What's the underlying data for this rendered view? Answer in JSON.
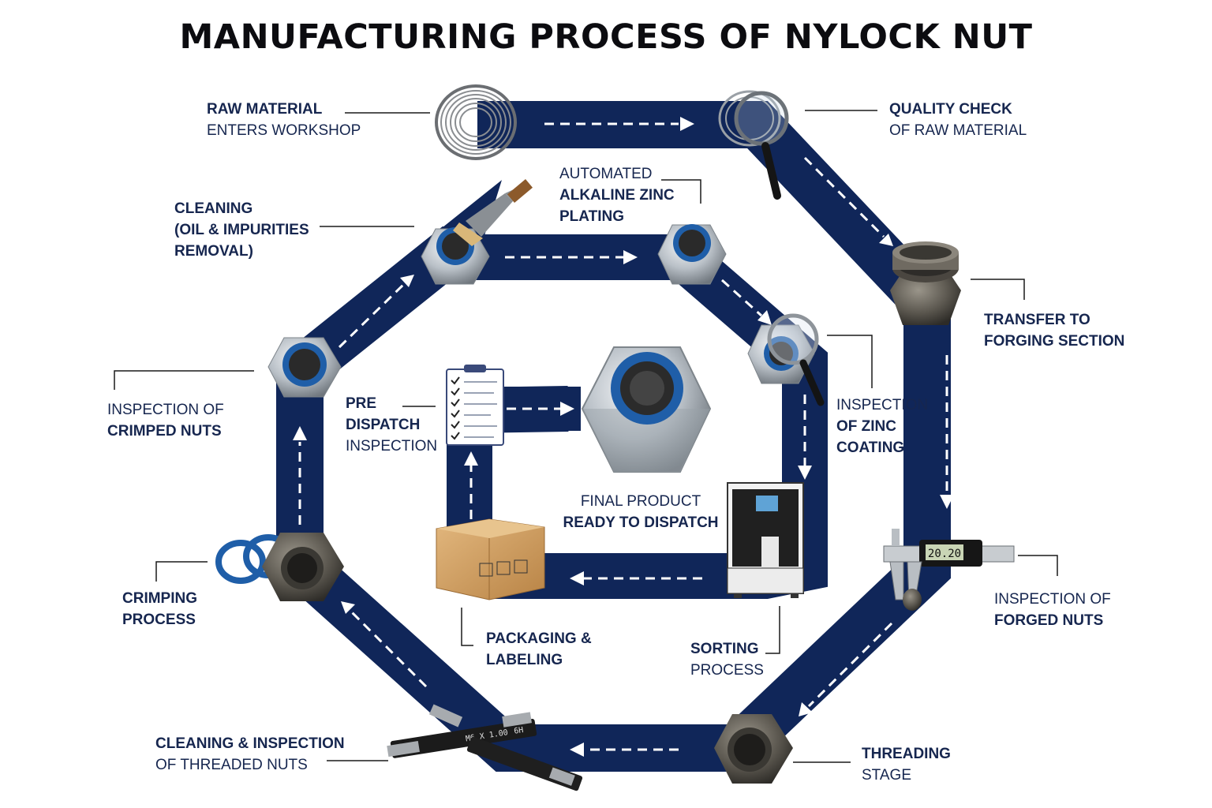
{
  "title": "MANUFACTURING PROCESS OF NYLOCK NUT",
  "steps": {
    "raw_material": {
      "line1": "RAW MATERIAL",
      "line2": "ENTERS WORKSHOP"
    },
    "quality_check": {
      "line1": "QUALITY CHECK",
      "line2": "OF RAW MATERIAL"
    },
    "transfer_forging": {
      "line1": "TRANSFER TO",
      "line2": "FORGING SECTION"
    },
    "inspection_forged": {
      "line1": "INSPECTION OF",
      "line2": "FORGED NUTS"
    },
    "threading": {
      "line1": "THREADING",
      "line2": "STAGE"
    },
    "cleaning_threaded": {
      "line1": "CLEANING & INSPECTION",
      "line2": "OF THREADED NUTS"
    },
    "crimping": {
      "line1": "CRIMPING",
      "line2": "PROCESS"
    },
    "inspection_crimped": {
      "line1": "INSPECTION OF",
      "line2": "CRIMPED NUTS"
    },
    "cleaning": {
      "line1": "CLEANING",
      "line2": "(OIL & IMPURITIES",
      "line3": "REMOVAL)"
    },
    "zinc_plating": {
      "line1": "AUTOMATED",
      "line2": "ALKALINE ZINC",
      "line3": "PLATING"
    },
    "inspection_zinc": {
      "line1": "INSPECTION",
      "line2": "OF ZINC",
      "line3": "COATING"
    },
    "sorting": {
      "line1": "SORTING",
      "line2": "PROCESS"
    },
    "packaging": {
      "line1": "PACKAGING &",
      "line2": "LABELING"
    },
    "pre_dispatch": {
      "line1": "PRE",
      "line2": "DISPATCH",
      "line3": "INSPECTION"
    },
    "final_product": {
      "line1": "FINAL PRODUCT",
      "line2": "READY TO DISPATCH"
    }
  },
  "gauge_text": {
    "main": "M6 X 1.00",
    "code": "6H"
  },
  "caliper_text": "20.20",
  "colors": {
    "band": "#102659",
    "arrow": "#ffffff",
    "text": "#16264f",
    "title": "#0c0c10",
    "nylon": "#1f5ea8"
  },
  "icons": [
    "wire-coil-icon",
    "magnifier-icon",
    "forged-blank-icon",
    "caliper-icon",
    "hex-nut-icon",
    "thread-gauge-icon",
    "nylon-ring-icon",
    "brush-icon",
    "sorting-machine-icon",
    "cardboard-box-icon",
    "checklist-icon"
  ]
}
